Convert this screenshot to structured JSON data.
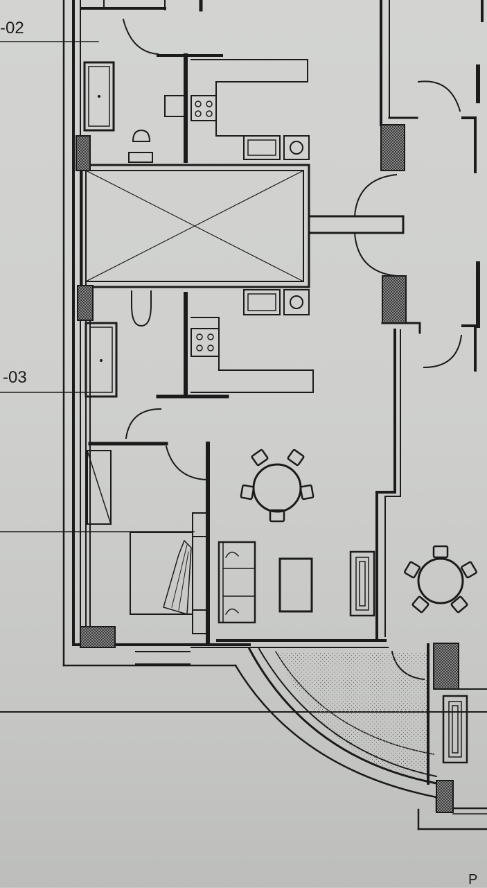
{
  "labels": {
    "unit_a": "-02",
    "unit_b": "-03",
    "corner": "P"
  },
  "colors": {
    "paper": "#d0d1cf",
    "ink": "#1b1b1b",
    "hatch": "#6f6f6f"
  }
}
